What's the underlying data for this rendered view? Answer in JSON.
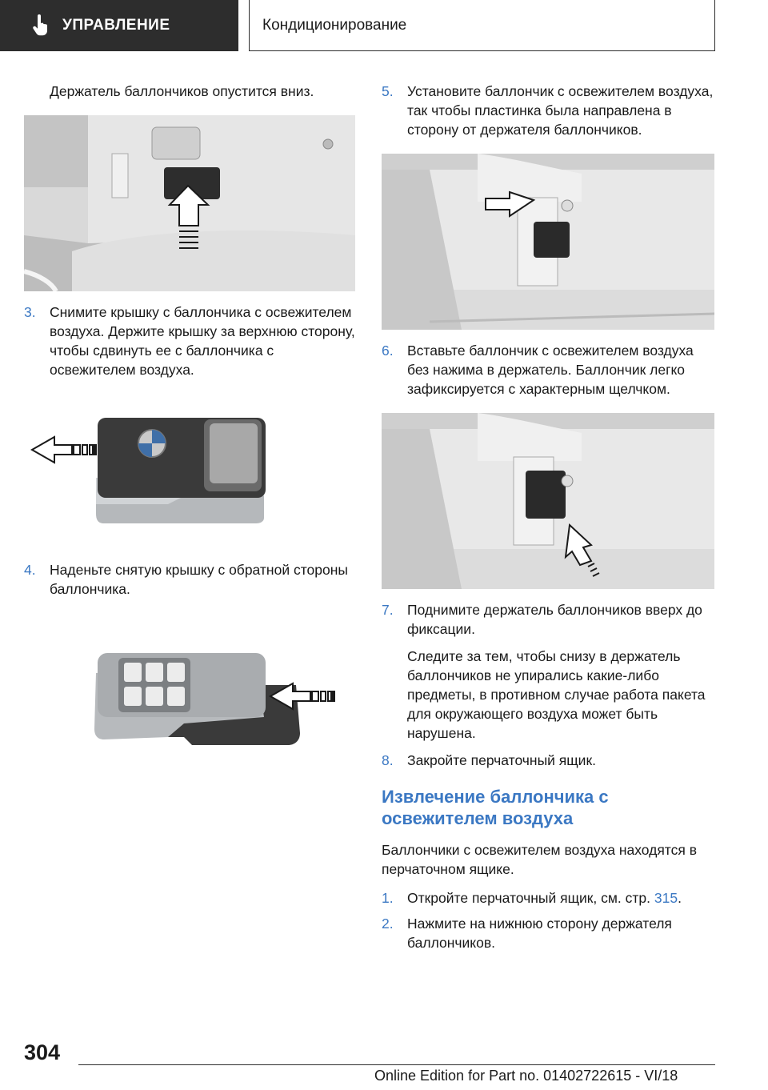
{
  "header": {
    "section": "УПРАВЛЕНИЕ",
    "subsection": "Кондиционирование"
  },
  "left": {
    "intro": "Держатель баллончиков опустится вниз.",
    "step3": {
      "num": "3.",
      "text": "Снимите крышку с баллончика с освежите­лем воздуха. Держите крышку за верхнюю сторону, чтобы сдвинуть ее с баллончика с освежителем воздуха."
    },
    "step4": {
      "num": "4.",
      "text": "Наденьте снятую крышку с обратной сто­роны баллончика."
    }
  },
  "right": {
    "step5": {
      "num": "5.",
      "text": "Установите баллончик с освежителем воз­духа, так чтобы пластинка была направлена в сторону от держателя баллончиков."
    },
    "step6": {
      "num": "6.",
      "text": "Вставьте баллончик с освежителем воз­духа без нажима в держатель. Баллончик легко зафиксируется с характерным щелч­ком."
    },
    "step7": {
      "num": "7.",
      "text": "Поднимите держатель баллончиков вверх до фиксации.",
      "note": "Следите за тем, чтобы снизу в держатель баллончиков не упирались какие-либо предметы, в противном случае работа па­кета для окружающего воздуха может быть нарушена."
    },
    "step8": {
      "num": "8.",
      "text": "Закройте перчаточный ящик."
    },
    "heading": "Извлечение баллончика с освежителем воздуха",
    "para": "Баллончики с освежителем воздуха находятся в перчаточном ящике.",
    "step1": {
      "num": "1.",
      "text": "Откройте перчаточный ящик, см. стр. ",
      "link": "315",
      "end": "."
    },
    "step2": {
      "num": "2.",
      "text": "Нажмите на нижнюю сторону держателя баллончиков."
    }
  },
  "footer": {
    "page": "304",
    "edition": "Online Edition for Part no. 01402722615 - VI/18"
  },
  "colors": {
    "accent": "#3b78c3",
    "header_bg": "#2d2d2d"
  },
  "icons": {
    "header": "pointing-hand-icon"
  }
}
